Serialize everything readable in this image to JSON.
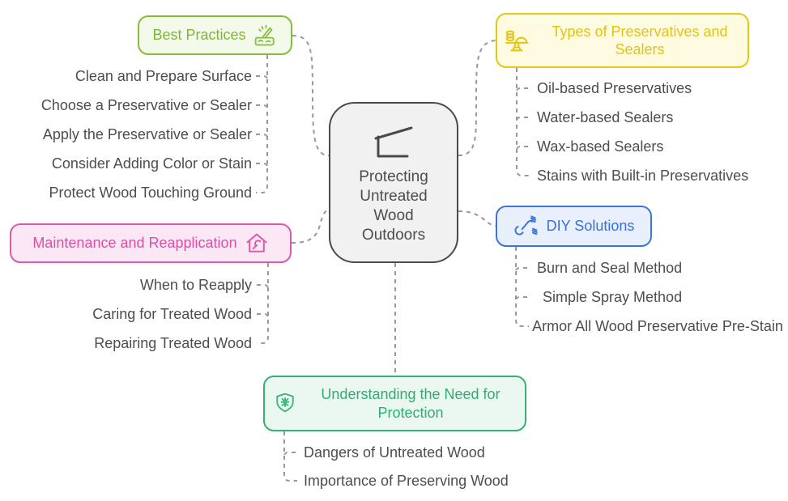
{
  "diagram": {
    "type": "mindmap",
    "connector_color": "#999999",
    "root": {
      "label": "Protecting Untreated Wood Outdoors",
      "icon": "shed-outline-icon",
      "border_color": "#4A4A4A",
      "bg_color": "#F1F1F1",
      "text_color": "#4D4D4D"
    },
    "branches": [
      {
        "label": "Best Practices",
        "icon": "carving-tool-icon",
        "accent": "#84BD3B",
        "bg": "#F4FAE9",
        "children": [
          "Clean and Prepare Surface",
          "Choose a Preservative or Sealer",
          "Apply the Preservative or Sealer",
          "Consider Adding Color or Stain",
          "Protect Wood Touching Ground"
        ]
      },
      {
        "label": "Types of Preservatives and Sealers",
        "icon": "preserve-stand-icon",
        "accent": "#E4C716",
        "bg": "#FEFBE1",
        "children": [
          "Oil-based Preservatives",
          "Water-based Sealers",
          "Wax-based Sealers",
          "Stains with Built-in Preservatives"
        ]
      },
      {
        "label": "Maintenance and Reapplication",
        "icon": "house-wrench-icon",
        "accent": "#DB58AA",
        "bg": "#FBE8F4",
        "children": [
          "When to Reapply",
          "Caring for Treated Wood",
          "Repairing Treated Wood"
        ]
      },
      {
        "label": "DIY Solutions",
        "icon": "wrench-screws-icon",
        "accent": "#3D73DC",
        "bg": "#E7F0FC",
        "children": [
          "Burn and Seal Method",
          "Simple Spray Method",
          "Armor All Wood Preservative Pre-Stain"
        ]
      },
      {
        "label": "Understanding the Need for Protection",
        "icon": "shield-pest-icon",
        "accent": "#33B274",
        "bg": "#EAF8F1",
        "children": [
          "Dangers of Untreated Wood",
          "Importance of Preserving Wood"
        ]
      }
    ]
  }
}
